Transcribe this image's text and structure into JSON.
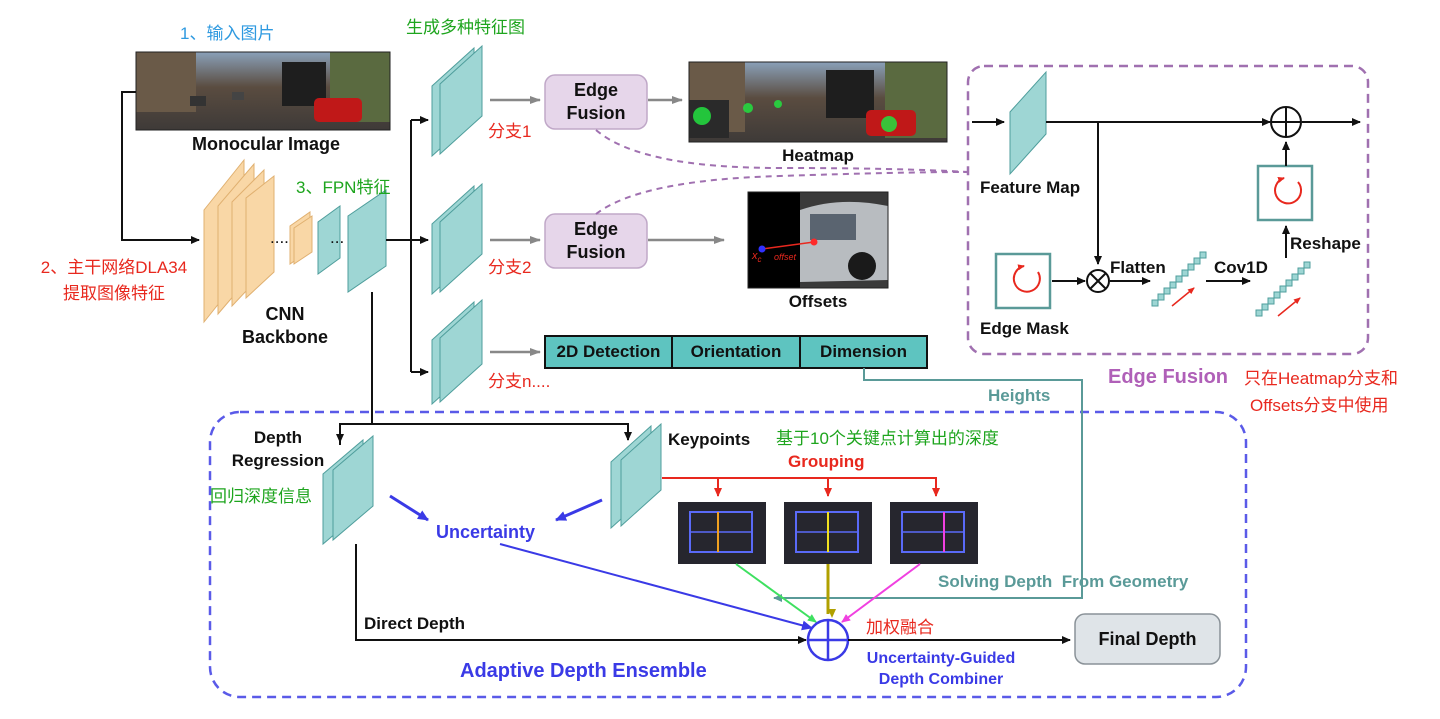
{
  "steps": {
    "input_image": "1、输入图片",
    "backbone_cn_line1": "2、主干网络DLA34",
    "backbone_cn_line2": "提取图像特征",
    "fpn": "3、FPN特征",
    "multi_features": "生成多种特征图"
  },
  "labels": {
    "monocular_image": "Monocular Image",
    "cnn_line1": "CNN",
    "cnn_line2": "Backbone",
    "ellipsis1": "....",
    "ellipsis2": "...",
    "branch1": "分支1",
    "branch2": "分支2",
    "branchn": "分支n....",
    "edge_fusion_line1": "Edge",
    "edge_fusion_line2": "Fusion",
    "heatmap": "Heatmap",
    "offsets": "Offsets",
    "xc": "x",
    "xc_sub": "c",
    "offset_text": "offset"
  },
  "head_table": [
    "2D Detection",
    "Orientation",
    "Dimension"
  ],
  "edge_fusion_panel": {
    "feature_map": "Feature Map",
    "edge_mask": "Edge Mask",
    "flatten": "Flatten",
    "conv1d": "Cov1D",
    "reshape": "Reshape",
    "title": "Edge Fusion",
    "note_line1": "只在Heatmap分支和",
    "note_line2": "Offsets分支中使用"
  },
  "depth": {
    "heights": "Heights",
    "depth_regression_line1": "Depth",
    "depth_regression_line2": "Regression",
    "regress_cn": "回归深度信息",
    "keypoints": "Keypoints",
    "keypoints_cn": "基于10个关键点计算出的深度",
    "grouping": "Grouping",
    "uncertainty": "Uncertainty",
    "solving_depth": "Solving Depth  From Geometry",
    "direct_depth": "Direct Depth",
    "weighted_fusion": "加权融合",
    "combiner_line1": "Uncertainty-Guided",
    "combiner_line2": "Depth Combiner",
    "final_depth": "Final Depth",
    "ensemble_title": "Adaptive Depth Ensemble"
  },
  "colors": {
    "feature_teal": "#9ed6d4",
    "feature_border": "#4f9e9c",
    "backbone_orange": "#f9d7a6",
    "edge_fusion_box": "#e6d6ea",
    "head_table_fill": "#5ec4c0",
    "final_box": "#dfe4e8",
    "red": "#e8281e",
    "green": "#1ea51e",
    "blue": "#2f9ae0",
    "purple": "#b060b8",
    "indigo": "#3a3ae6"
  }
}
